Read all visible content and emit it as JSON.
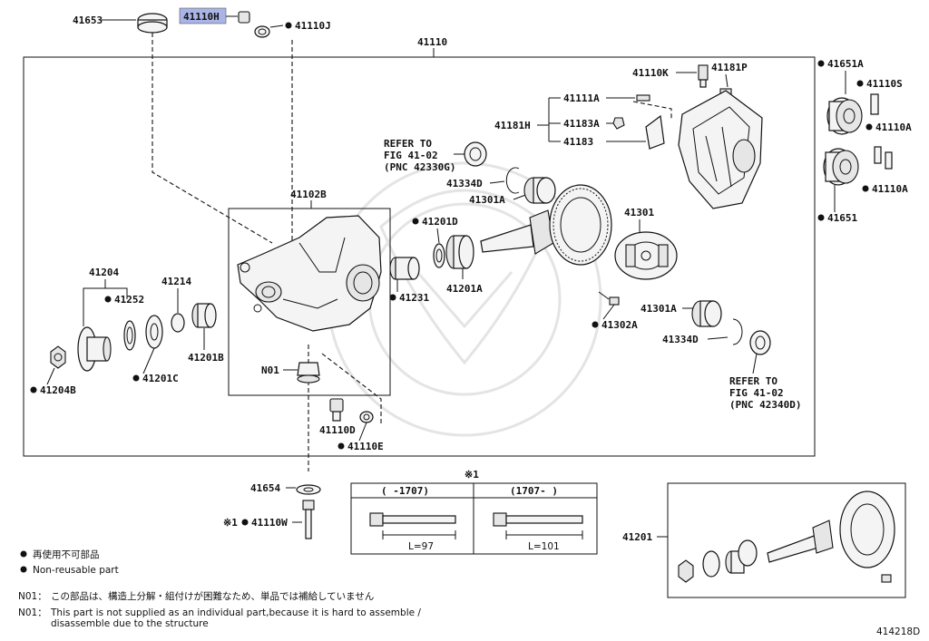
{
  "diagram_number": "414218D",
  "selected_part": "41110H",
  "colors": {
    "highlight_bg": "#aab4e6",
    "ink": "#111111",
    "watermark": "#e6e6e6"
  },
  "labels": {
    "p41653": "41653",
    "p41110H": "41110H",
    "p41110J": "41110J",
    "p41110": "41110",
    "p41110K": "41110K",
    "p41181P": "41181P",
    "p41111A": "41111A",
    "p41181H": "41181H",
    "p41183A": "41183A",
    "p41183": "41183",
    "p41651A": "41651A",
    "p41110S": "41110S",
    "p41110A_1": "41110A",
    "p41110A_2": "41110A",
    "p41651": "41651",
    "refer1_l1": "REFER TO",
    "refer1_l2": "FIG 41-02",
    "refer1_l3": "(PNC 42330G)",
    "p41334D_1": "41334D",
    "p41301A_1": "41301A",
    "p41102B": "41102B",
    "p41201D": "41201D",
    "p41301": "41301",
    "p41204": "41204",
    "p41252": "41252",
    "p41214": "41214",
    "p41231": "41231",
    "p41201A": "41201A",
    "p41204B": "41204B",
    "p41201C": "41201C",
    "p41201B": "41201B",
    "pN01": "N01",
    "p41302A": "41302A",
    "p41301A_2": "41301A",
    "p41334D_2": "41334D",
    "refer2_l1": "REFER TO",
    "refer2_l2": "FIG 41-02",
    "refer2_l3": "(PNC 42340D)",
    "p41110D": "41110D",
    "p41110E": "41110E",
    "p41654": "41654",
    "p41110W": "41110W",
    "p41110W_mark": "※1",
    "p41201": "41201"
  },
  "bolt_table": {
    "mark": "※1",
    "col1_header": "(    -1707)",
    "col2_header": "(1707-    )",
    "col1_length": "L=97",
    "col2_length": "L=101"
  },
  "legend": {
    "jp": "再使用不可部品",
    "en": "Non-reusable part"
  },
  "notes": {
    "n01_jp_key": "N01：",
    "n01_jp": "この部品は、構造上分解・組付けが困難なため、単品では補給していません",
    "n01_en_key": "N01：",
    "n01_en_l1": "This part is not supplied as an individual part,because it is hard to assemble /",
    "n01_en_l2": "disassemble due to the structure"
  }
}
